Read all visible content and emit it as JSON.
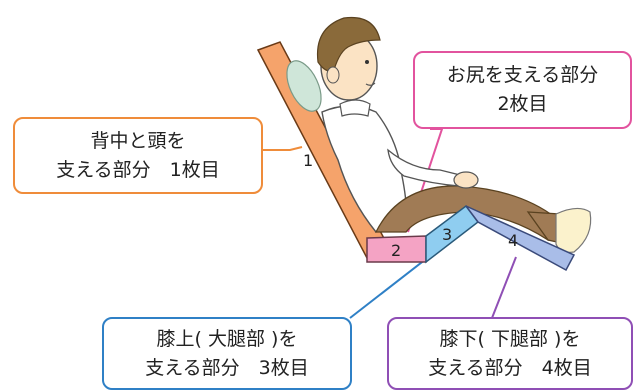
{
  "callouts": {
    "back_head": {
      "line1": "背中と頭を",
      "line2": "支える部分　1枚目",
      "color": "#ef8c3a"
    },
    "buttocks": {
      "line1": "お尻を支える部分",
      "line2": "2枚目",
      "color": "#e2539e"
    },
    "thigh": {
      "line1": "膝上( 大腿部 )を",
      "line2": "支える部分　3枚目",
      "color": "#2f80c6"
    },
    "lower_leg": {
      "line1": "膝下( 下腿部 )を",
      "line2": "支える部分　4枚目",
      "color": "#8f4fb5"
    }
  },
  "segments": {
    "s1": {
      "label": "1",
      "color": "#f5a36b"
    },
    "s2": {
      "label": "2",
      "color": "#f4a3c4"
    },
    "s3": {
      "label": "3",
      "color": "#8fcdf0"
    },
    "s4": {
      "label": "4",
      "color": "#a9bde8"
    }
  }
}
